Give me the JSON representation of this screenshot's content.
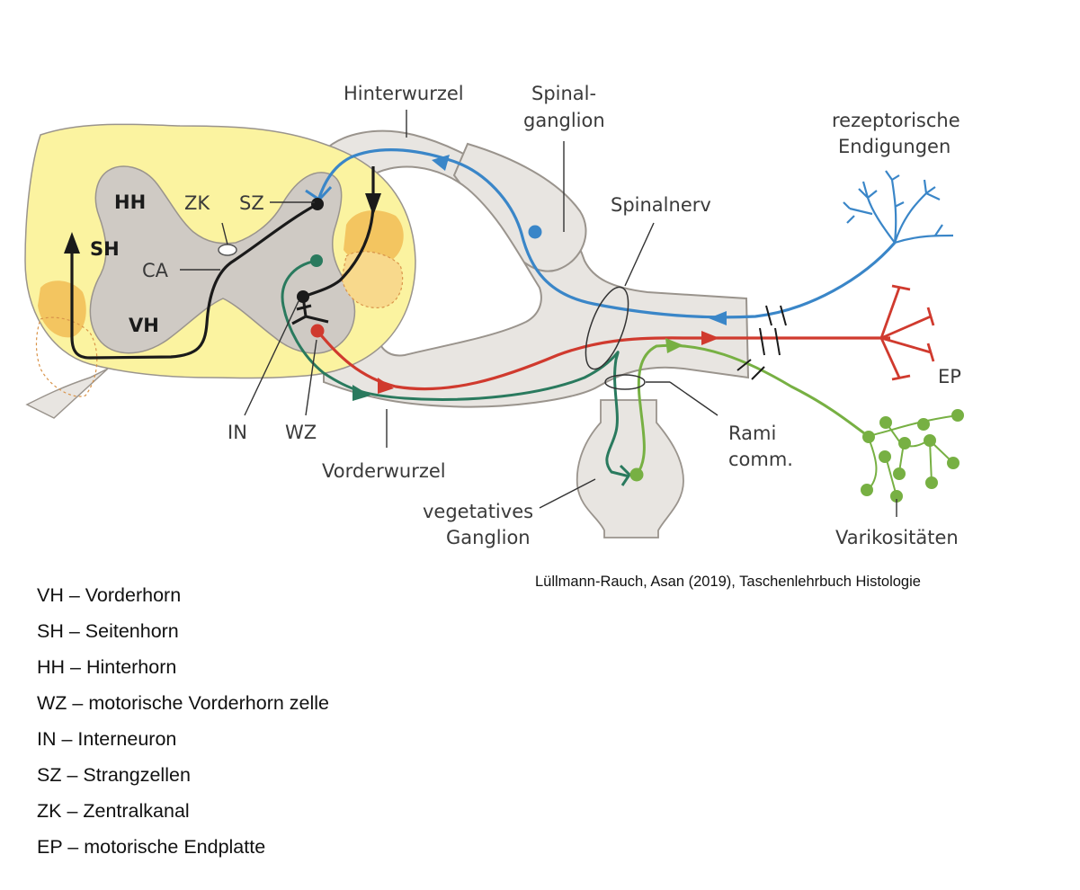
{
  "labels": {
    "hinterwurzel": "Hinterwurzel",
    "spinal_line1": "Spinal-",
    "spinal_line2": "ganglion",
    "rezeptorische_line1": "rezeptorische",
    "rezeptorische_line2": "Endigungen",
    "spinalnerv": "Spinalnerv",
    "hh": "HH",
    "zk": "ZK",
    "sz": "SZ",
    "sh": "SH",
    "ca": "CA",
    "vh": "VH",
    "ep": "EP",
    "rami_line1": "Rami",
    "rami_line2": "comm.",
    "in": "IN",
    "wz": "WZ",
    "vorderwurzel": "Vorderwurzel",
    "vegetatives_line1": "vegetatives",
    "vegetatives_line2": "Ganglion",
    "varikositaeten": "Varikositäten"
  },
  "caption": "Lüllmann-Rauch, Asan (2019), Taschenlehrbuch Histologie",
  "legend": [
    "VH – Vorderhorn",
    "SH – Seitenhorn",
    "HH – Hinterhorn",
    "WZ – motorische Vorderhorn zelle",
    "IN – Interneuron",
    "SZ – Strangzellen",
    "ZK – Zentralkanal",
    "EP – motorische Endplatte"
  ],
  "colors": {
    "sensory": "#3a86c8",
    "motor": "#d03a2e",
    "preganglionic": "#2a7a5e",
    "postganglionic": "#77b043",
    "black_pathway": "#1a1a1a",
    "white_matter": "#fbf3a0",
    "grey_matter": "#cfcac4",
    "nerve": "#e8e5e1",
    "nucleus": "#f3c560"
  }
}
